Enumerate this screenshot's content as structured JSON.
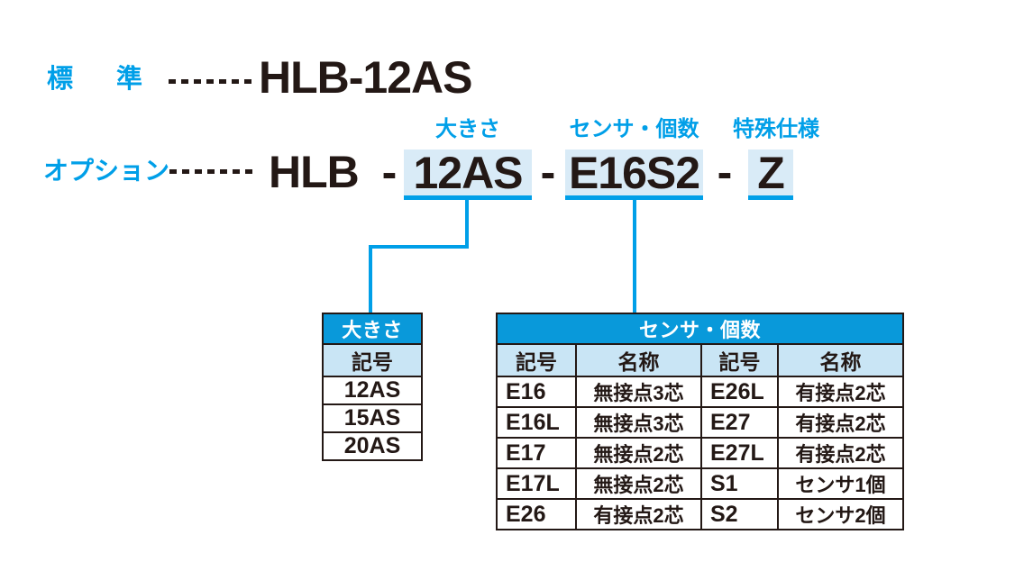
{
  "colors": {
    "accent_blue": "#009FE8",
    "header_blue": "#0999DA",
    "light_blue": "#C9E5F5",
    "highlight_bg": "#D9EBF7",
    "ink": "#231815"
  },
  "standard": {
    "label_chars": [
      "標",
      "準"
    ],
    "code": "HLB-12AS"
  },
  "option": {
    "label": "オプション",
    "prefix": "HLB",
    "separator": "-",
    "segments": [
      {
        "code": "12AS",
        "label": "大きさ"
      },
      {
        "code": "E16S2",
        "label": "センサ・個数"
      },
      {
        "code": "Z",
        "label": "特殊仕様"
      }
    ]
  },
  "size_table": {
    "title": "大きさ",
    "column_header": "記号",
    "rows": [
      "12AS",
      "15AS",
      "20AS"
    ]
  },
  "sensor_table": {
    "title": "センサ・個数",
    "column_headers": [
      "記号",
      "名称",
      "記号",
      "名称"
    ],
    "rows": [
      [
        "E16",
        "無接点3芯",
        "E26L",
        "有接点2芯"
      ],
      [
        "E16L",
        "無接点3芯",
        "E27",
        "有接点2芯"
      ],
      [
        "E17",
        "無接点2芯",
        "E27L",
        "有接点2芯"
      ],
      [
        "E17L",
        "無接点2芯",
        "S1",
        "センサ1個"
      ],
      [
        "E26",
        "有接点2芯",
        "S2",
        "センサ2個"
      ]
    ]
  }
}
